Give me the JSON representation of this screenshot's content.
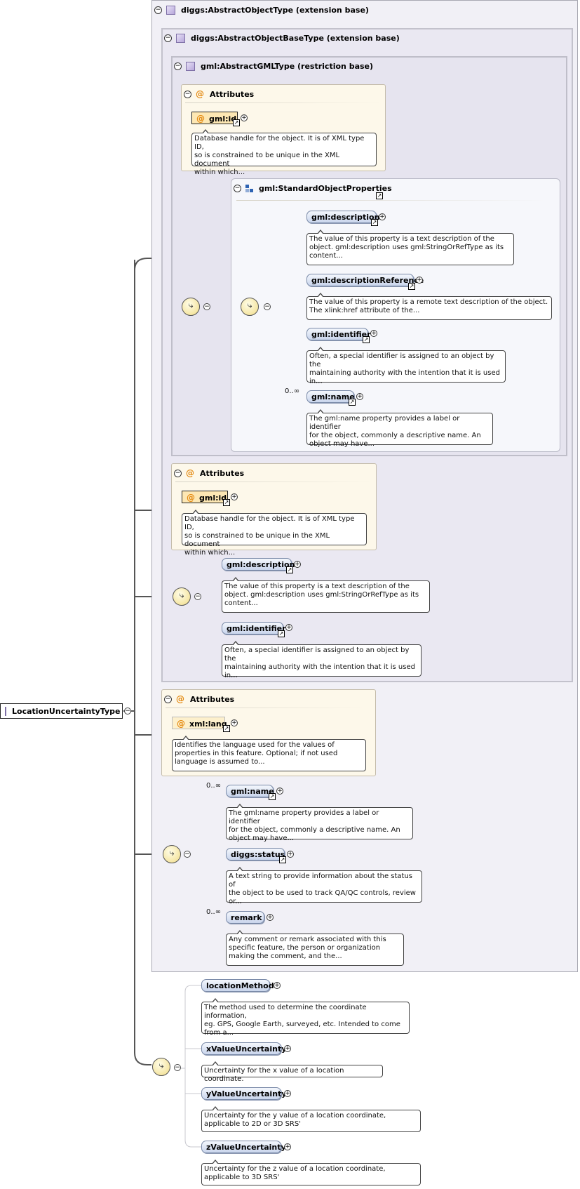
{
  "root": {
    "label": "LocationUncertaintyType",
    "icon": "complex-type-icon"
  },
  "extension_base": {
    "title": "diggs:AbstractObjectType (extension base)",
    "inner_base": {
      "title": "diggs:AbstractObjectBaseType (extension base)",
      "gml_base": {
        "title": "gml:AbstractGMLType (restriction base)",
        "attributes": {
          "title": "Attributes",
          "attr": "gml:id",
          "doc": [
            "Database handle for the object. It is of XML type ID,",
            "so is constrained to be unique in the XML document",
            "within which..."
          ]
        },
        "group": {
          "title": "gml:StandardObjectProperties",
          "items": [
            {
              "name": "gml:description",
              "occurs": "",
              "doc": [
                "The value of this property is a text description of the",
                "object. gml:description uses gml:StringOrRefType as its",
                "content..."
              ]
            },
            {
              "name": "gml:descriptionReference",
              "occurs": "",
              "doc": [
                "The value of this property is a remote text description of the object.",
                "The xlink:href attribute of the..."
              ]
            },
            {
              "name": "gml:identifier",
              "occurs": "",
              "doc": [
                "Often, a special identifier is assigned to an object by the",
                "maintaining authority with the intention that it is used",
                "in..."
              ]
            },
            {
              "name": "gml:name",
              "occurs": "0..∞",
              "doc": [
                "The gml:name property provides a label or identifier",
                "for the object, commonly a descriptive name. An",
                "object may have..."
              ]
            }
          ]
        }
      },
      "attributes": {
        "title": "Attributes",
        "attr": "gml:id",
        "doc": [
          "Database handle for the object. It is of XML type ID,",
          "so is constrained to be unique in the XML document",
          "within which..."
        ]
      },
      "sequence": [
        {
          "name": "gml:description",
          "doc": [
            "The value of this property is a text description of the",
            "object. gml:description uses gml:StringOrRefType as its",
            "content..."
          ]
        },
        {
          "name": "gml:identifier",
          "doc": [
            "Often, a special identifier is assigned to an object by the",
            "maintaining authority with the intention that it is used",
            "in..."
          ]
        }
      ]
    },
    "attributes": {
      "title": "Attributes",
      "attr": "xml:lang",
      "doc": [
        "Identifies the language used for the values of",
        "properties in this feature. Optional; if not used",
        "language is assumed to..."
      ]
    },
    "sequence": [
      {
        "name": "gml:name",
        "occurs": "0..∞",
        "doc": [
          "The gml:name property provides a label or identifier",
          "for the object, commonly a descriptive name. An",
          "object may have..."
        ]
      },
      {
        "name": "diggs:status",
        "occurs": "",
        "doc": [
          "A text string to provide information about the status of",
          "the object to be used to track QA/QC controls, review",
          "or..."
        ]
      },
      {
        "name": "remark",
        "occurs": "0..∞",
        "doc": [
          "Any comment or remark associated with this",
          "specific feature, the person or organization",
          "making the comment, and the..."
        ]
      }
    ]
  },
  "own_sequence": [
    {
      "name": "locationMethod",
      "doc": [
        "The method used to determine the coordinate information,",
        "eg. GPS, Google Earth, surveyed, etc. Intended to come",
        "from a..."
      ]
    },
    {
      "name": "xValueUncertainty",
      "doc": [
        "Uncertainty for the x value of a location coordinate."
      ]
    },
    {
      "name": "yValueUncertainty",
      "doc": [
        "Uncertainty for the y value of a location coordinate,",
        "applicable to 2D or 3D SRS'"
      ]
    },
    {
      "name": "zValueUncertainty",
      "doc": [
        "Uncertainty for the z value of a location coordinate,",
        "applicable to 3D SRS'"
      ]
    }
  ],
  "colors": {
    "element_fill": "#c9d5ec",
    "attribute_fill": "#fde7b3",
    "sequence_fill": "#f1dc88",
    "panel": "#eeecf5"
  }
}
